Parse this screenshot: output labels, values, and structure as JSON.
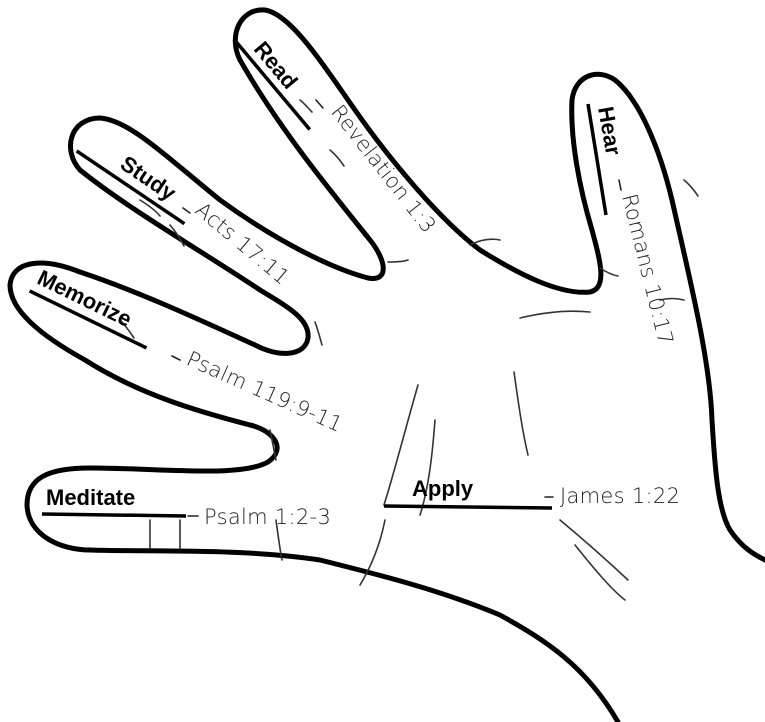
{
  "diagram": {
    "items": [
      {
        "label": "Read",
        "reference": "Revelation 1:3"
      },
      {
        "label": "Hear",
        "reference": "Romans 10:17"
      },
      {
        "label": "Study",
        "reference": "Acts 17:11"
      },
      {
        "label": "Memorize",
        "reference": "Psalm 119:9-11"
      },
      {
        "label": "Meditate",
        "reference": "Psalm 1:2-3"
      },
      {
        "label": "Apply",
        "reference": "James 1:22"
      }
    ]
  }
}
